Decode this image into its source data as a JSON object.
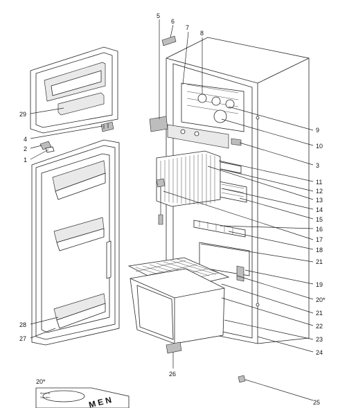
{
  "callouts": [
    {
      "id": "c5",
      "text": "5"
    },
    {
      "id": "c6",
      "text": "6"
    },
    {
      "id": "c7",
      "text": "7"
    },
    {
      "id": "c8",
      "text": "8"
    },
    {
      "id": "c29",
      "text": "29"
    },
    {
      "id": "c4",
      "text": "4"
    },
    {
      "id": "c2",
      "text": "2"
    },
    {
      "id": "c1",
      "text": "1"
    },
    {
      "id": "c9",
      "text": "9"
    },
    {
      "id": "c10",
      "text": "10"
    },
    {
      "id": "c3",
      "text": "3"
    },
    {
      "id": "c11",
      "text": "11"
    },
    {
      "id": "c12",
      "text": "12"
    },
    {
      "id": "c13",
      "text": "13"
    },
    {
      "id": "c14",
      "text": "14"
    },
    {
      "id": "c15",
      "text": "15"
    },
    {
      "id": "c16",
      "text": "16"
    },
    {
      "id": "c17",
      "text": "17"
    },
    {
      "id": "c18",
      "text": "18"
    },
    {
      "id": "c21a",
      "text": "21"
    },
    {
      "id": "c19",
      "text": "19"
    },
    {
      "id": "c20",
      "text": "20*"
    },
    {
      "id": "c21b",
      "text": "21"
    },
    {
      "id": "c22",
      "text": "22"
    },
    {
      "id": "c23",
      "text": "23"
    },
    {
      "id": "c24",
      "text": "24"
    },
    {
      "id": "c28",
      "text": "28"
    },
    {
      "id": "c27",
      "text": "27"
    },
    {
      "id": "c26",
      "text": "26"
    },
    {
      "id": "c25",
      "text": "25"
    }
  ],
  "inset": {
    "label": "20*",
    "tag_line1": "Made in",
    "tag_line2": "Sweden",
    "stamp_text": "M E N"
  }
}
